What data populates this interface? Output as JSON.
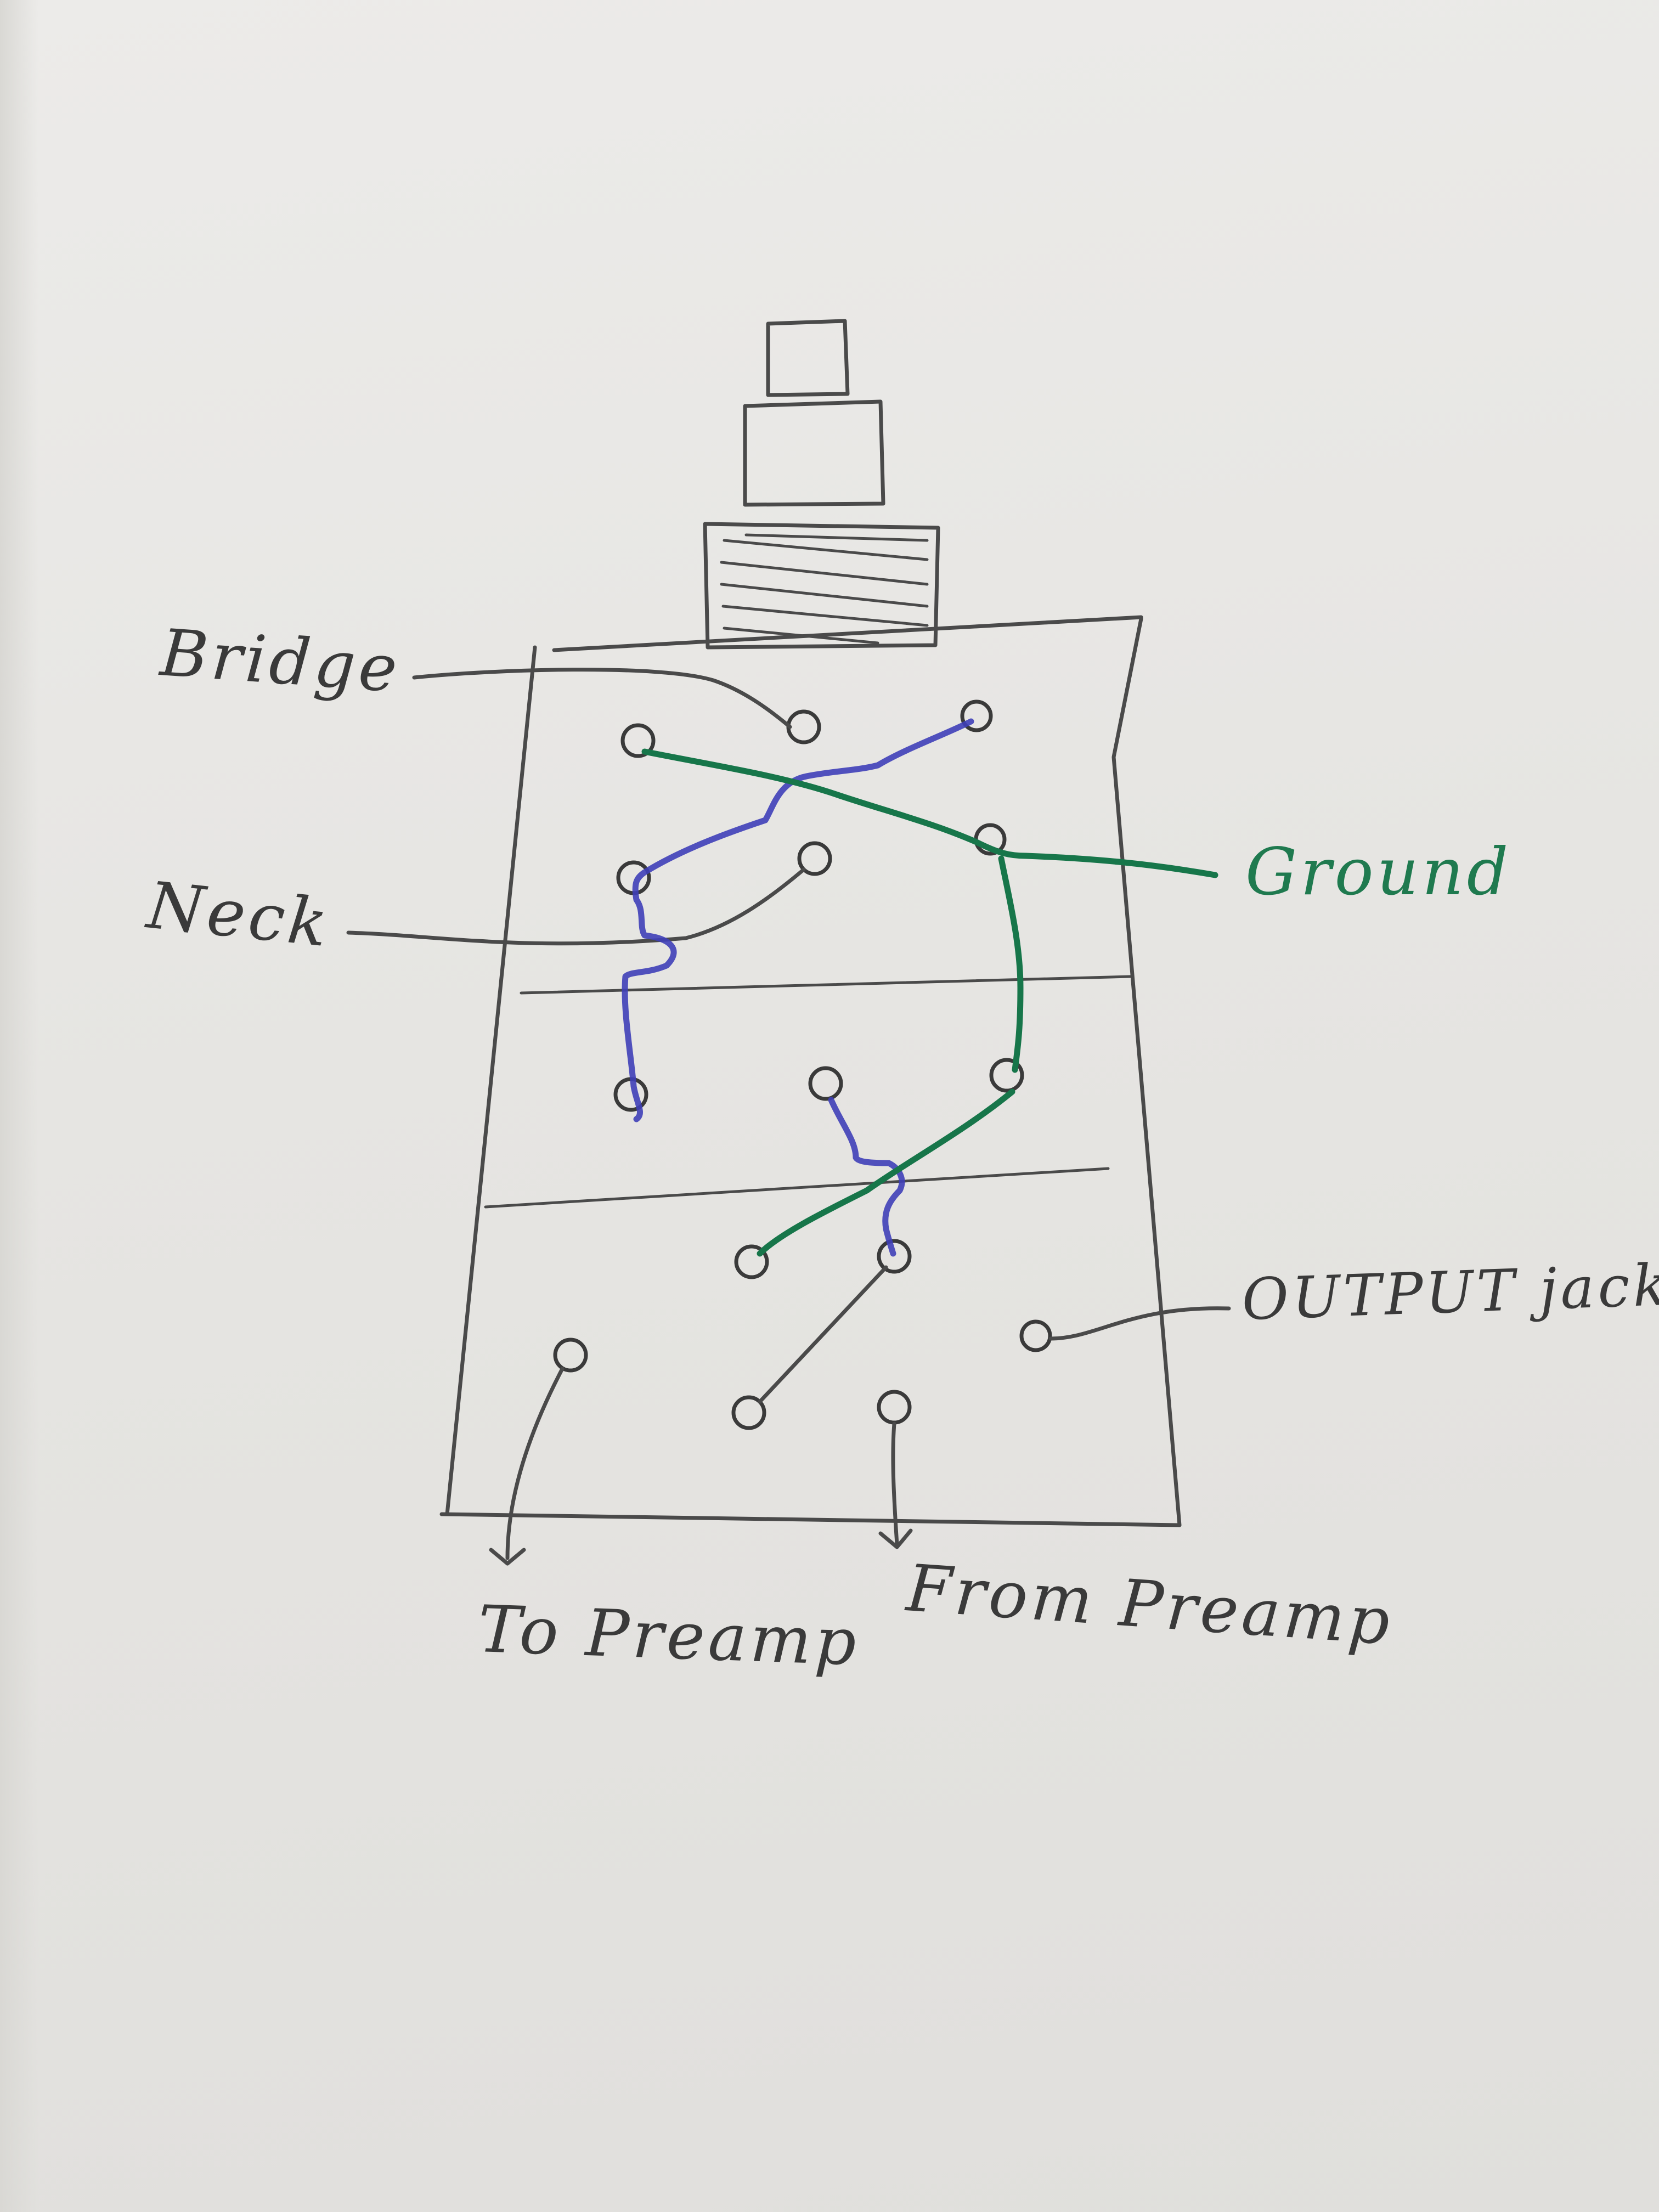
{
  "labels": {
    "bridge": "Bridge",
    "neck": "Neck",
    "ground": "Ground",
    "output_jack": "OUTPUT jack",
    "to_preamp": "To Preamp",
    "from_preamp": "From Preamp"
  },
  "colors": {
    "pencil": "#4a4a4a",
    "blue_wire": "#3f3fb8",
    "green_wire": "#17764a",
    "paper": "#e8e7e4"
  }
}
